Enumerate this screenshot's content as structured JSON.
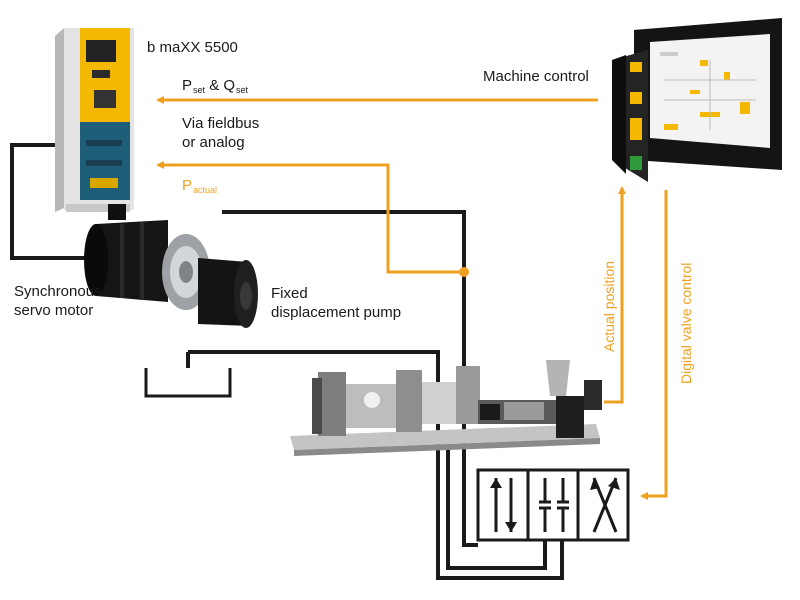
{
  "labels": {
    "drive": "b maXX 5500",
    "machine_control": "Machine control",
    "p_set_main": "P",
    "p_set_sub": "set",
    "p_set_amp": " & Q",
    "q_set_sub": "set",
    "fieldbus_line1": "Via fieldbus",
    "fieldbus_line2": "or analog",
    "p_actual_main": "P",
    "p_actual_sub": "actual",
    "motor_line1": "Synchronous",
    "motor_line2": "servo motor",
    "pump_line1": "Fixed",
    "pump_line2": "displacement pump",
    "actual_position": "Actual position",
    "digital_valve": "Digital valve control"
  },
  "colors": {
    "signal": "#f0a020",
    "hydraulic": "#1a1a1a",
    "drive_yellow": "#f5b800",
    "drive_teal": "#1f5e78"
  }
}
